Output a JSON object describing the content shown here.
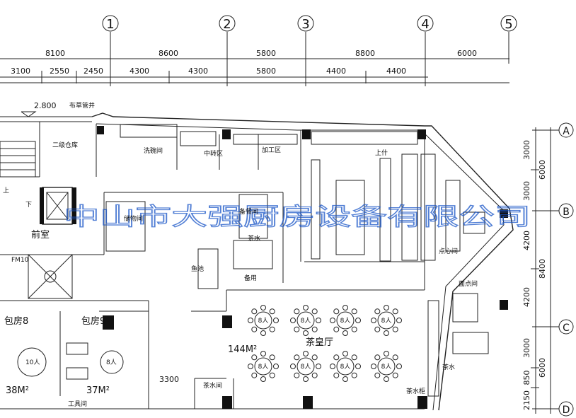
{
  "grid": {
    "columns": [
      "1",
      "2",
      "3",
      "4",
      "5"
    ],
    "rows": [
      "A",
      "B",
      "C",
      "D"
    ]
  },
  "dimensions": {
    "top_major": [
      "8100",
      "8600",
      "5800",
      "8800",
      "6000"
    ],
    "top_minor": [
      "3100",
      "2550",
      "2450",
      "4300",
      "4300",
      "5800",
      "4400",
      "4400"
    ],
    "right_minor": [
      "3000",
      "3000",
      "4200",
      "4200",
      "3000",
      "850",
      "2150"
    ],
    "right_major": [
      "6000",
      "8400",
      "6000"
    ],
    "level": "2.800",
    "corridor": "3300"
  },
  "rooms": {
    "store_top": "二级仓库",
    "pipe": "布草管井",
    "washing": "洗碗间",
    "transfer": "中转区",
    "processing": "加工区",
    "hot_dishes": "上什",
    "foyer": "前室",
    "fire_door": "FM10",
    "storage": "储物间",
    "prep": "备餐间",
    "tea": "茶水",
    "prep2": "备用",
    "pond": "鱼池",
    "pastry": "点心间",
    "noodle": "面点间",
    "tea_side": "茶水",
    "hall": "茶皇厅",
    "hall_area": "144M²",
    "tea_room": "茶水间",
    "tea_counter": "茶水柜",
    "booth8": "包房8",
    "booth9": "包房9",
    "area8": "38M²",
    "area9": "37M²",
    "tool": "工具间",
    "down": "下",
    "up": "上",
    "table10": "10人",
    "table8": "8人"
  },
  "watermark": "中山市大强厨房设备有限公司"
}
